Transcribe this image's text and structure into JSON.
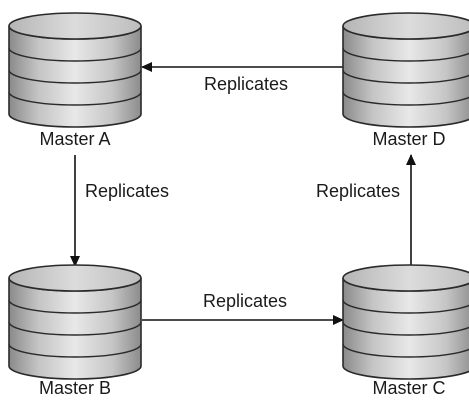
{
  "nodes": {
    "master_a": {
      "label": "Master A"
    },
    "master_b": {
      "label": "Master B"
    },
    "master_c": {
      "label": "Master C"
    },
    "master_d": {
      "label": "Master D"
    }
  },
  "edges": {
    "d_to_a": {
      "label": "Replicates"
    },
    "a_to_b": {
      "label": "Replicates"
    },
    "b_to_c": {
      "label": "Replicates"
    },
    "c_to_d": {
      "label": "Replicates"
    }
  }
}
